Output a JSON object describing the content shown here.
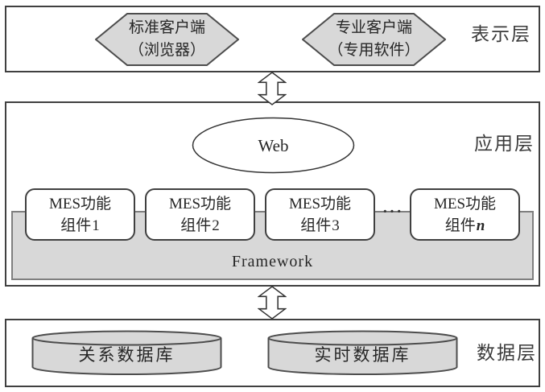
{
  "colors": {
    "shape_fill": "#d8d8d8",
    "shape_border": "#4d4d4d",
    "frame_border": "#404040",
    "framework_border": "#7f7f7f",
    "text": "#262626"
  },
  "layers": {
    "presentation": {
      "label": "表示层",
      "clients": [
        {
          "line1": "标准客户端",
          "line2": "（浏览器）"
        },
        {
          "line1": "专业客户端",
          "line2": "（专用软件）"
        }
      ]
    },
    "application": {
      "label": "应用层",
      "web_label": "Web",
      "components": [
        {
          "line1": "MES功能",
          "line2": "组件",
          "index": "1"
        },
        {
          "line1": "MES功能",
          "line2": "组件",
          "index": "2"
        },
        {
          "line1": "MES功能",
          "line2": "组件",
          "index": "3"
        },
        {
          "line1": "MES功能",
          "line2": "组件",
          "index": "n"
        }
      ],
      "ellipsis": "···",
      "framework_label": "Framework"
    },
    "data": {
      "label": "数据层",
      "databases": [
        {
          "label": "关系数据库"
        },
        {
          "label": "实时数据库"
        }
      ]
    }
  }
}
